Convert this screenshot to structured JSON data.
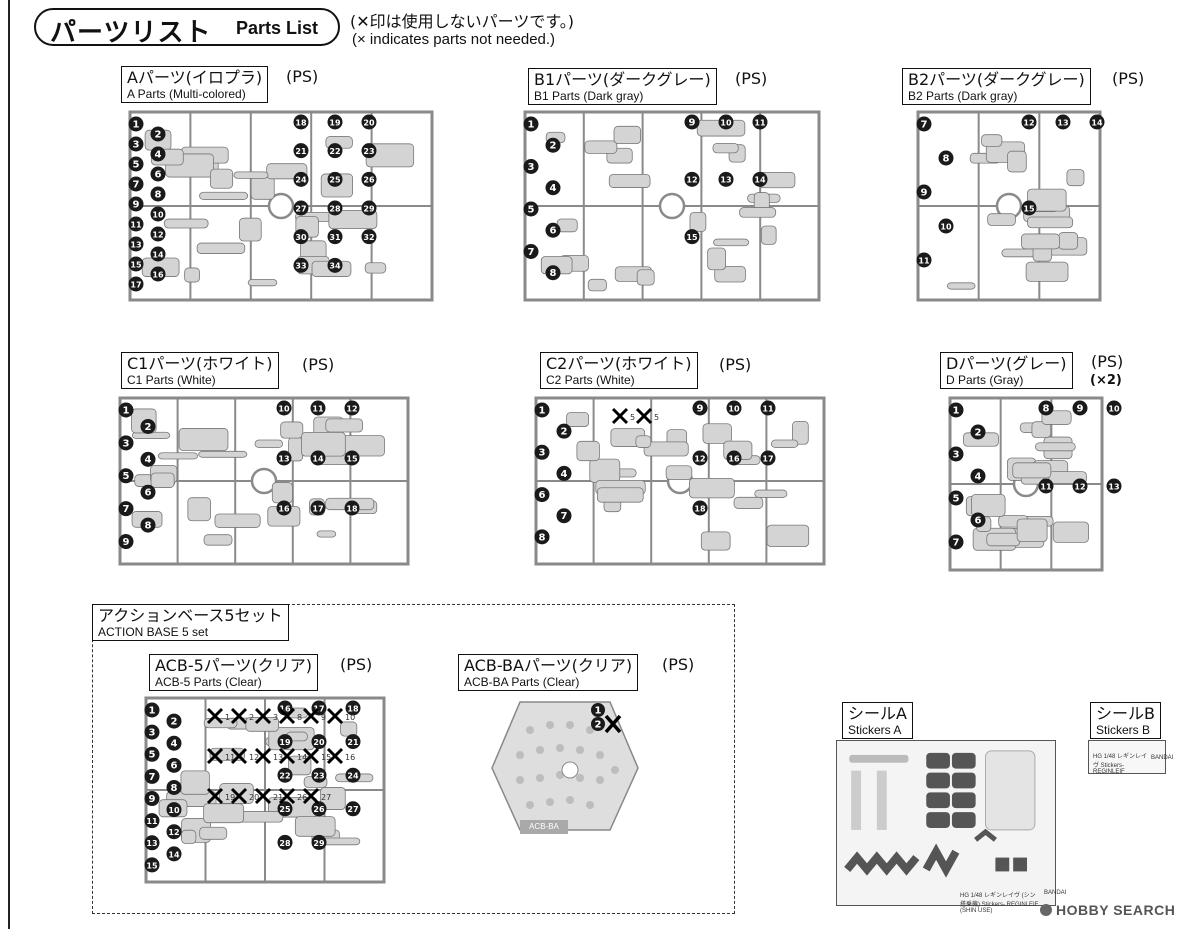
{
  "header": {
    "title_jp": "パーツリスト",
    "title_en": "Parts List",
    "note_jp": "(✕印は使用しないパーツです。)",
    "note_en": "(× indicates parts not needed.)"
  },
  "runners": [
    {
      "id": "A",
      "label_jp": "Aパーツ(イロプラ)",
      "label_en": "A Parts (Multi-colored)",
      "material": "(PS)",
      "numbers": [
        "1",
        "2",
        "3",
        "4",
        "5",
        "6",
        "7",
        "8",
        "9",
        "10",
        "11",
        "12",
        "13",
        "14",
        "15",
        "16",
        "17",
        "18",
        "19",
        "20",
        "21",
        "22",
        "23",
        "24",
        "25",
        "26",
        "27",
        "28",
        "29",
        "30",
        "31",
        "32",
        "33",
        "34"
      ],
      "crossed": []
    },
    {
      "id": "B1",
      "label_jp": "B1パーツ(ダークグレー)",
      "label_en": "B1 Parts (Dark gray)",
      "material": "(PS)",
      "numbers": [
        "1",
        "2",
        "3",
        "4",
        "5",
        "6",
        "7",
        "8",
        "9",
        "10",
        "11",
        "12",
        "13",
        "14",
        "15"
      ],
      "crossed": []
    },
    {
      "id": "B2",
      "label_jp": "B2パーツ(ダークグレー)",
      "label_en": "B2 Parts (Dark gray)",
      "material": "(PS)",
      "numbers": [
        "7",
        "8",
        "9",
        "10",
        "11",
        "12",
        "13",
        "14",
        "15"
      ],
      "crossed": []
    },
    {
      "id": "C1",
      "label_jp": "C1パーツ(ホワイト)",
      "label_en": "C1 Parts (White)",
      "material": "(PS)",
      "numbers": [
        "1",
        "2",
        "3",
        "4",
        "5",
        "6",
        "7",
        "8",
        "9",
        "10",
        "11",
        "12",
        "13",
        "14",
        "15",
        "16",
        "17",
        "18"
      ],
      "crossed": []
    },
    {
      "id": "C2",
      "label_jp": "C2パーツ(ホワイト)",
      "label_en": "C2 Parts (White)",
      "material": "(PS)",
      "numbers": [
        "1",
        "2",
        "3",
        "4",
        "6",
        "7",
        "8",
        "9",
        "10",
        "11",
        "12",
        "16",
        "17",
        "18"
      ],
      "crossed": [
        "5",
        "5"
      ]
    },
    {
      "id": "D",
      "label_jp": "Dパーツ(グレー)",
      "label_en": "D Parts (Gray)",
      "material": "(PS)",
      "quantity": "(×2)",
      "numbers": [
        "1",
        "2",
        "3",
        "4",
        "5",
        "6",
        "7",
        "8",
        "9",
        "10",
        "11",
        "12",
        "13"
      ],
      "crossed": []
    },
    {
      "id": "ACB-5",
      "label_jp": "ACB-5パーツ(クリア)",
      "label_en": "ACB-5 Parts (Clear)",
      "material": "(PS)",
      "numbers": [
        "1",
        "2",
        "3",
        "4",
        "5",
        "6",
        "7",
        "8",
        "9",
        "10",
        "11",
        "12",
        "13",
        "14",
        "15",
        "16",
        "17",
        "18",
        "19",
        "20",
        "21",
        "22",
        "23",
        "24",
        "25",
        "26",
        "27",
        "28",
        "29"
      ],
      "crossed": [
        "1",
        "2",
        "3",
        "8",
        "9",
        "10",
        "11",
        "12",
        "13",
        "14",
        "15",
        "16",
        "19",
        "20",
        "21",
        "26",
        "27"
      ]
    },
    {
      "id": "ACB-BA",
      "label_jp": "ACB-BAパーツ(クリア)",
      "label_en": "ACB-BA Parts (Clear)",
      "material": "(PS)",
      "numbers": [
        "1",
        "2"
      ],
      "crossed": [
        "1"
      ],
      "plate_text": "ACB-BA"
    }
  ],
  "action_base": {
    "label_jp": "アクションベース5セット",
    "label_en": "ACTION BASE 5 set"
  },
  "stickers": [
    {
      "id": "A",
      "label_jp": "シールA",
      "label_en": "Stickers A",
      "caption": "HG 1/48 レギンレイヴ (シン搭乗機) Stickers- REGINLEIF (SHIN USE)",
      "brand": "BANDAI"
    },
    {
      "id": "B",
      "label_jp": "シールB",
      "label_en": "Stickers B",
      "caption": "HG 1/48 レギンレイヴ Stickers- REGINLEIF",
      "brand": "BANDAI"
    }
  ],
  "watermark": "HOBBY SEARCH",
  "colors": {
    "ink": "#111111",
    "runner_fill": "#d4d4d4",
    "runner_stroke": "#8a8a8a",
    "badge": "#1a1a1a"
  }
}
